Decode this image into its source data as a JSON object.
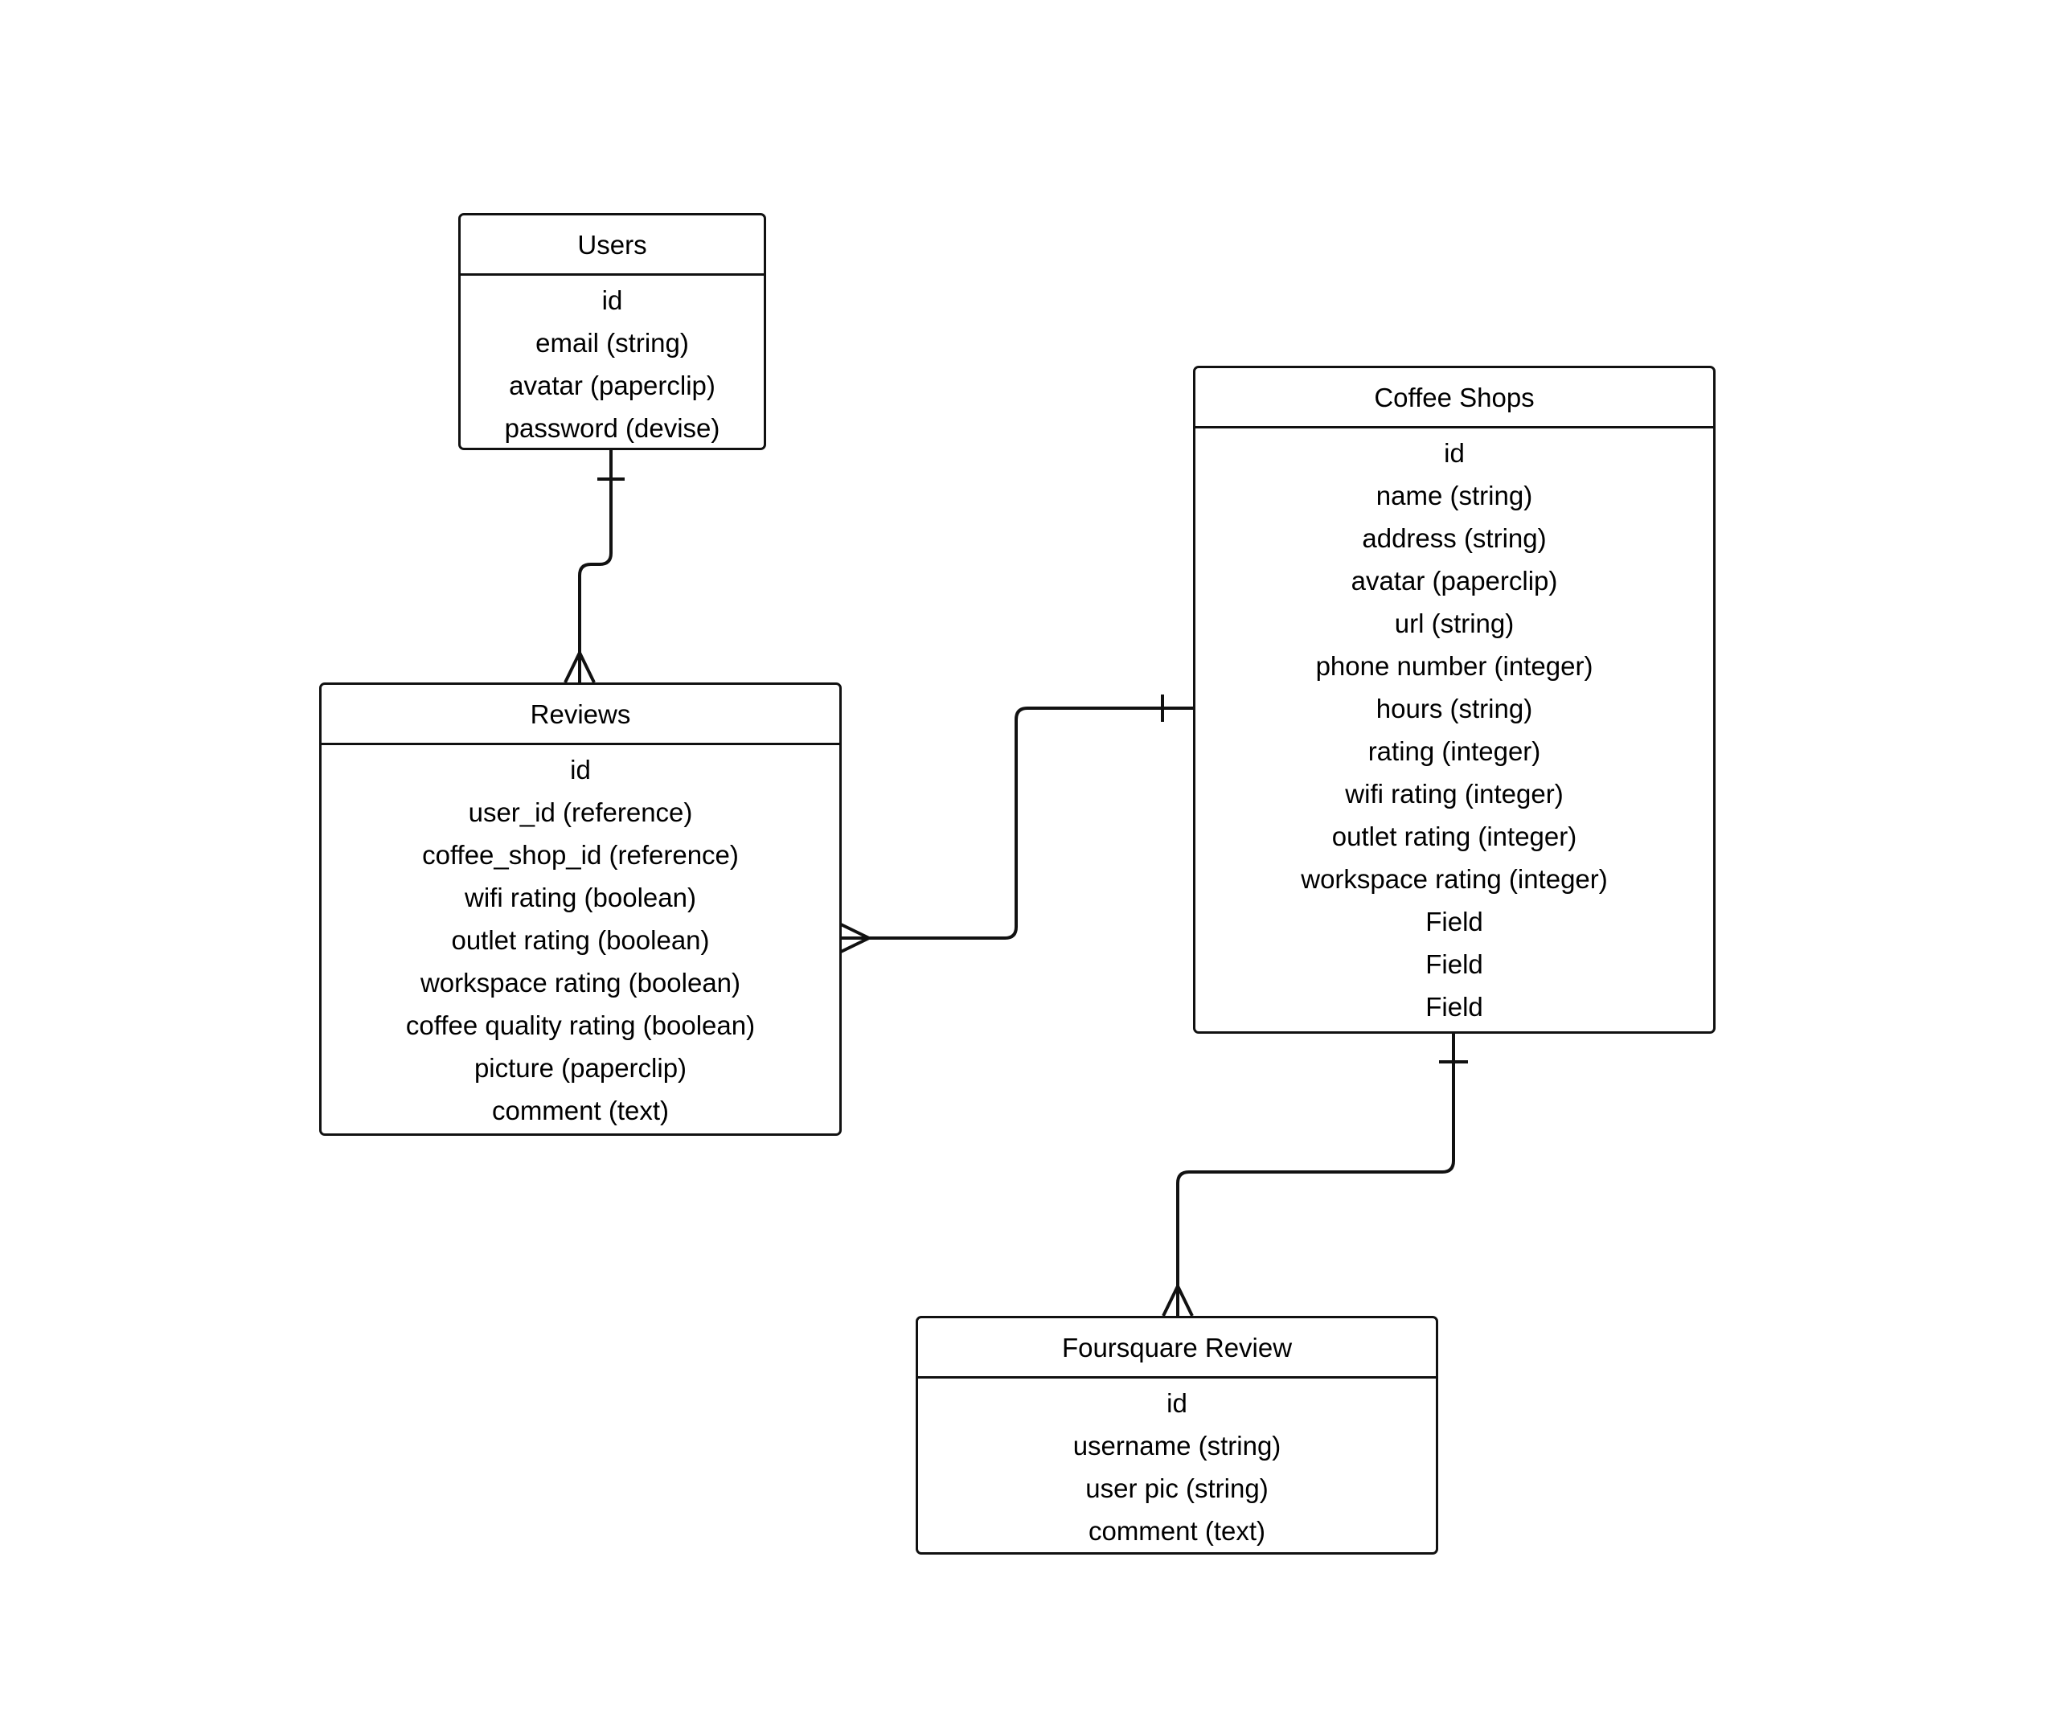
{
  "entities": {
    "users": {
      "title": "Users",
      "fields": [
        "id",
        "email (string)",
        "avatar (paperclip)",
        "password (devise)"
      ]
    },
    "reviews": {
      "title": "Reviews",
      "fields": [
        "id",
        "user_id (reference)",
        "coffee_shop_id (reference)",
        "wifi rating (boolean)",
        "outlet rating (boolean)",
        "workspace rating (boolean)",
        "coffee quality rating (boolean)",
        "picture (paperclip)",
        "comment (text)"
      ]
    },
    "coffee_shops": {
      "title": "Coffee Shops",
      "fields": [
        "id",
        "name (string)",
        "address (string)",
        "avatar (paperclip)",
        "url (string)",
        "phone number (integer)",
        "hours (string)",
        "rating (integer)",
        "wifi rating (integer)",
        "outlet rating (integer)",
        "workspace rating (integer)",
        "Field",
        "Field",
        "Field"
      ]
    },
    "foursquare_review": {
      "title": "Foursquare Review",
      "fields": [
        "id",
        "username (string)",
        "user pic (string)",
        "comment (text)"
      ]
    }
  },
  "relationships": [
    {
      "from": "users",
      "to": "reviews",
      "from_cardinality": "one",
      "to_cardinality": "many"
    },
    {
      "from": "coffee_shops",
      "to": "reviews",
      "from_cardinality": "one",
      "to_cardinality": "many"
    },
    {
      "from": "coffee_shops",
      "to": "foursquare_review",
      "from_cardinality": "one",
      "to_cardinality": "many"
    }
  ],
  "colors": {
    "stroke": "#111111",
    "background": "#ffffff"
  }
}
